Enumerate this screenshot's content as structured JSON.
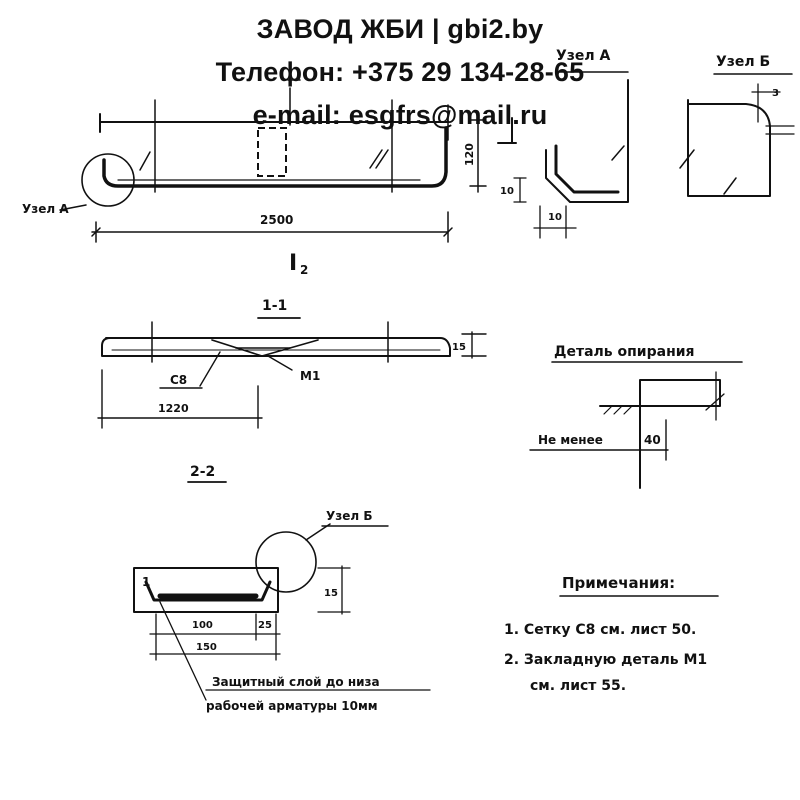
{
  "header": {
    "line1": "ЗАВОД ЖБИ | gbi2.by",
    "line2": "Телефон: +375 29 134-28-65",
    "line3": "e-mail: esgfrs@mail.ru"
  },
  "plan": {
    "node_a_label": "Узел А",
    "dim_length": "2500",
    "dim_height": "120",
    "mark": "I",
    "mark_sub": "2"
  },
  "node_a": {
    "title": "Узел А",
    "dim_v": "10",
    "dim_h": "10"
  },
  "node_b": {
    "title": "Узел Б",
    "dim": "3"
  },
  "section_1": {
    "title": "1-1",
    "mesh_label": "С8",
    "embed_label": "М1",
    "dim_width": "1220",
    "dim_height": "15"
  },
  "support_detail": {
    "title": "Деталь опирания",
    "min_label": "Не менее",
    "min_value": "40"
  },
  "section_2": {
    "title": "2-2",
    "node_b_label": "Узел Б",
    "bar_label": "1",
    "dim_inner": "100",
    "dim_edge": "25",
    "dim_total": "150",
    "dim_height": "15",
    "note_line1": "Защитный слой до низа",
    "note_line2": "рабочей арматуры 10мм"
  },
  "notes": {
    "title": "Примечания:",
    "item1": "1. Сетку С8 см. лист 50.",
    "item2": "2. Закладную деталь М1",
    "item2_cont": "см. лист 55."
  }
}
